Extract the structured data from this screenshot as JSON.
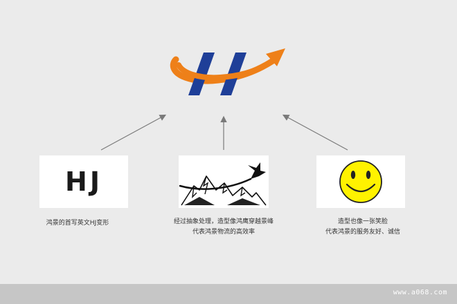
{
  "logo": {
    "name": "hongjing-logo",
    "colors": {
      "blue": "#1f3f98",
      "orange": "#ee8019"
    }
  },
  "panels": {
    "hj": {
      "text": "HJ",
      "caption": "鸿景的首写英文HJ变形"
    },
    "mountain": {
      "caption_line1": "经过抽象处理，造型像鸿鹰穿越景峰",
      "caption_line2": "代表鸿景物流的高效率"
    },
    "smile": {
      "caption_line1": "造型也像一张笑脸",
      "caption_line2": "代表鸿景的服务友好、诚信",
      "face_color": "#fff200"
    }
  },
  "footer": {
    "url": "www.a068.com"
  },
  "colors": {
    "background": "#ebebeb",
    "arrow": "#7a7a7a",
    "footer_bar": "#c6c6c6"
  }
}
